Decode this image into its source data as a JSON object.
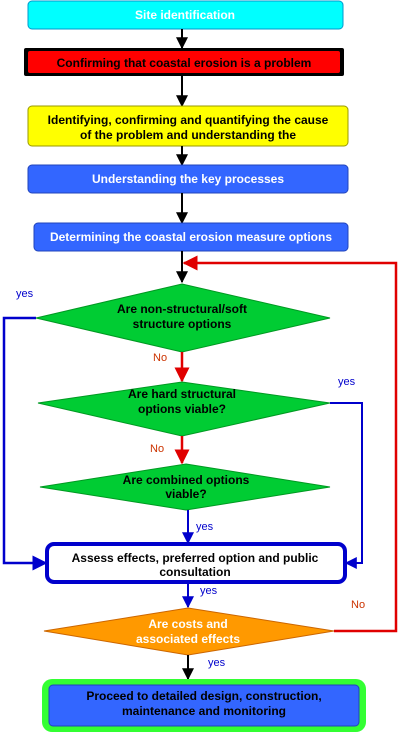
{
  "nodes": {
    "site_identification": "Site identification",
    "confirming": "Confirming that coastal erosion is a problem",
    "identifying_line1": "Identifying, confirming and quantifying the cause",
    "identifying_line2": "of the problem and understanding the",
    "key_processes": "Understanding the key processes",
    "determining": "Determining the coastal erosion measure options",
    "non_structural_line1": "Are non-structural/soft",
    "non_structural_line2": "structure options",
    "hard_line1": "Are hard structural",
    "hard_line2": "options viable?",
    "combined_line1": "Are combined options",
    "combined_line2": "viable?",
    "assess_line1": "Assess effects, preferred option and public",
    "assess_line2": "consultation",
    "costs_line1": "Are costs and",
    "costs_line2": "associated effects",
    "proceed_line1": "Proceed to detailed design, construction,",
    "proceed_line2": "maintenance and monitoring"
  },
  "edge_labels": {
    "yes_left": "yes",
    "no_1": "No",
    "yes_hard": "yes",
    "no_2": "No",
    "yes_combined": "yes",
    "yes_assess": "yes",
    "no_costs": "No",
    "yes_costs": "yes"
  },
  "colors": {
    "cyan": "#00ffff",
    "red": "#ff0000",
    "yellow": "#ffff00",
    "blue": "#3366ff",
    "green": "#00cc33",
    "orange": "#ff9900",
    "bright_green": "#33ff33",
    "dark_blue": "#0000cc"
  }
}
